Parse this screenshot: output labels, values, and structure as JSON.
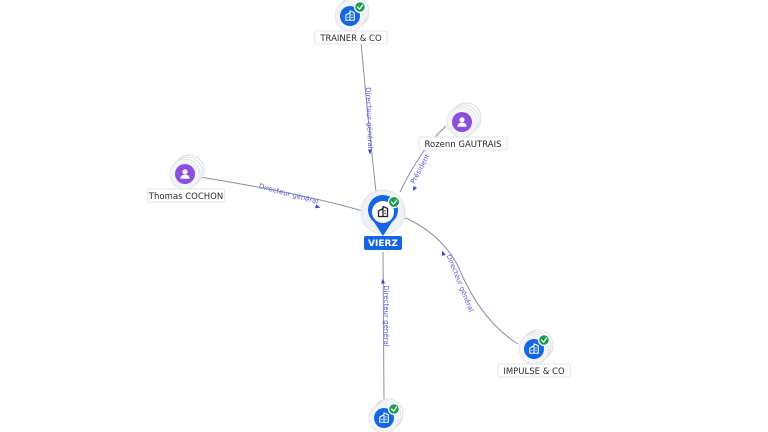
{
  "center": {
    "name": "VIERZ",
    "verified": true
  },
  "nodes": [
    {
      "id": "trainer",
      "name": "TRAINER & CO",
      "kind": "company",
      "verified": true,
      "relation": "Directeur général"
    },
    {
      "id": "gautrais",
      "name": "Rozenn GAUTRAIS",
      "kind": "person",
      "verified": false,
      "relation": "Président"
    },
    {
      "id": "cochon",
      "name": "Thomas COCHON",
      "kind": "person",
      "verified": false,
      "relation": "Directeur général"
    },
    {
      "id": "impulse",
      "name": "IMPULSE & CO",
      "kind": "company",
      "verified": true,
      "relation": "Directeur général"
    },
    {
      "id": "bottom",
      "name": "",
      "kind": "company",
      "verified": true,
      "relation": "Directeur général"
    }
  ],
  "colors": {
    "company": "#1466e6",
    "person": "#8b4fe0",
    "verified": "#1f9d55",
    "edge": "#8a8fa8",
    "edge_label": "#5b5fd6"
  },
  "icons": {
    "company": "building-icon",
    "person": "person-icon",
    "verified": "check-badge-icon"
  }
}
